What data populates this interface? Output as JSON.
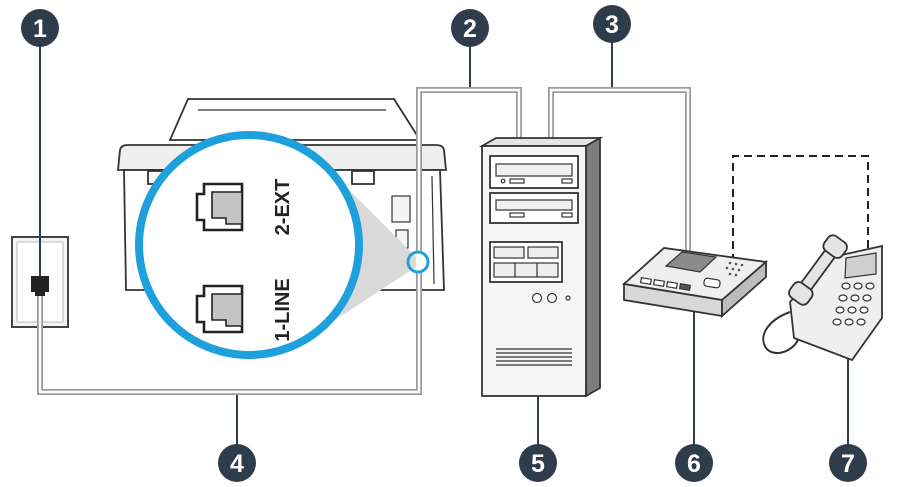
{
  "callouts": [
    "1",
    "2",
    "3",
    "4",
    "5",
    "6",
    "7"
  ],
  "ports": {
    "ext_label": "2-EXT",
    "line_label": "1-LINE"
  },
  "colors": {
    "callout": "#2f3c4b",
    "magnifier": "#1ea0dd",
    "cable": "#9c9c9c"
  },
  "icons": {
    "wall_jack": "wall-jack-icon",
    "printer": "printer-icon",
    "computer": "computer-tower-icon",
    "answering_machine": "answering-machine-icon",
    "telephone": "telephone-icon"
  }
}
